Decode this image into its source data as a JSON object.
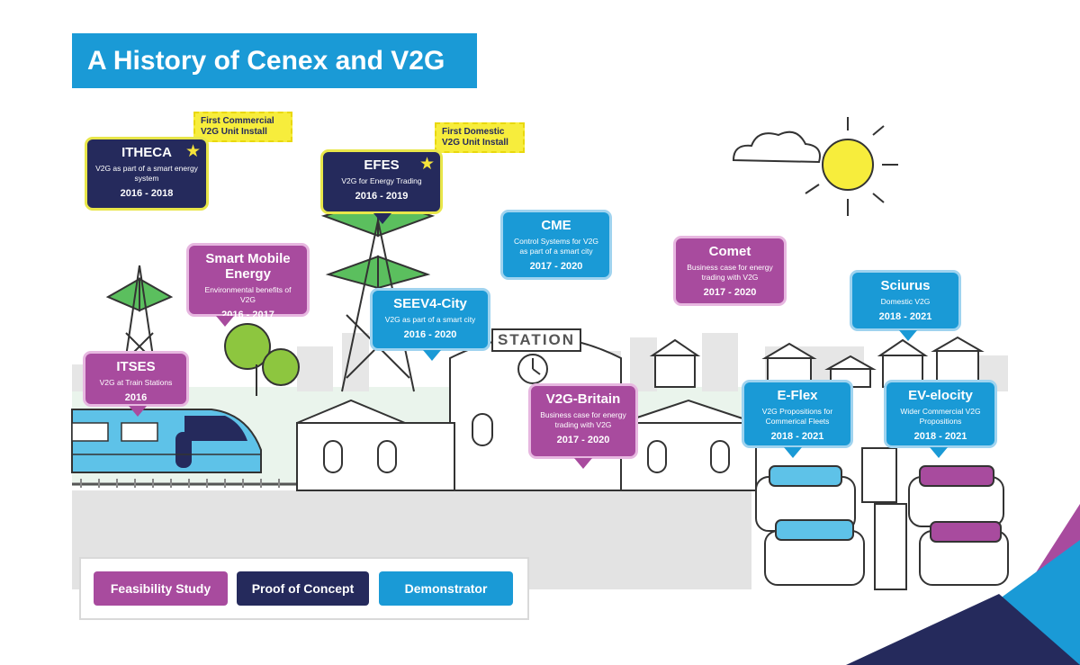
{
  "title": "A History of Cenex and V2G",
  "flags": {
    "itheca": "First Commercial V2G Unit Install",
    "efes": "First Domestic V2G Unit Install"
  },
  "station_sign": "STATION",
  "projects": [
    {
      "id": "itheca",
      "name": "ITHECA",
      "desc": "V2G as part of a smart energy system",
      "years": "2016 - 2018",
      "stage": "poc"
    },
    {
      "id": "efes",
      "name": "EFES",
      "desc": "V2G for Energy Trading",
      "years": "2016 - 2019",
      "stage": "poc"
    },
    {
      "id": "smart-mobile-energy",
      "name": "Smart Mobile Energy",
      "desc": "Environmental benefits of V2G",
      "years": "2016 - 2017",
      "stage": "feas"
    },
    {
      "id": "itses",
      "name": "ITSES",
      "desc": "V2G at Train Stations",
      "years": "2016",
      "stage": "feas"
    },
    {
      "id": "cme",
      "name": "CME",
      "desc": "Control Systems for V2G as part of a smart city",
      "years": "2017 - 2020",
      "stage": "demo"
    },
    {
      "id": "seev4-city",
      "name": "SEEV4-City",
      "desc": "V2G as part of a smart city",
      "years": "2016 - 2020",
      "stage": "demo"
    },
    {
      "id": "comet",
      "name": "Comet",
      "desc": "Business case for energy trading with V2G",
      "years": "2017 - 2020",
      "stage": "feas"
    },
    {
      "id": "v2g-britain",
      "name": "V2G-Britain",
      "desc": "Business case for energy trading with V2G",
      "years": "2017 - 2020",
      "stage": "feas"
    },
    {
      "id": "sciurus",
      "name": "Sciurus",
      "desc": "Domestic V2G",
      "years": "2018 - 2021",
      "stage": "demo"
    },
    {
      "id": "e-flex",
      "name": "E-Flex",
      "desc": "V2G Propositions for Commerical Fleets",
      "years": "2018 - 2021",
      "stage": "demo"
    },
    {
      "id": "ev-elocity",
      "name": "EV-elocity",
      "desc": "Wider Commercial V2G Propositions",
      "years": "2018 - 2021",
      "stage": "demo"
    }
  ],
  "legend": [
    {
      "label": "Feasibility Study",
      "color": "#a84b9e"
    },
    {
      "label": "Proof of Concept",
      "color": "#252a5c"
    },
    {
      "label": "Demonstrator",
      "color": "#1a9ad6"
    }
  ],
  "colors": {
    "feasibility": "#a84b9e",
    "proof_of_concept": "#252a5c",
    "demonstrator": "#1a9ad6",
    "highlight": "#f7ed3c"
  }
}
